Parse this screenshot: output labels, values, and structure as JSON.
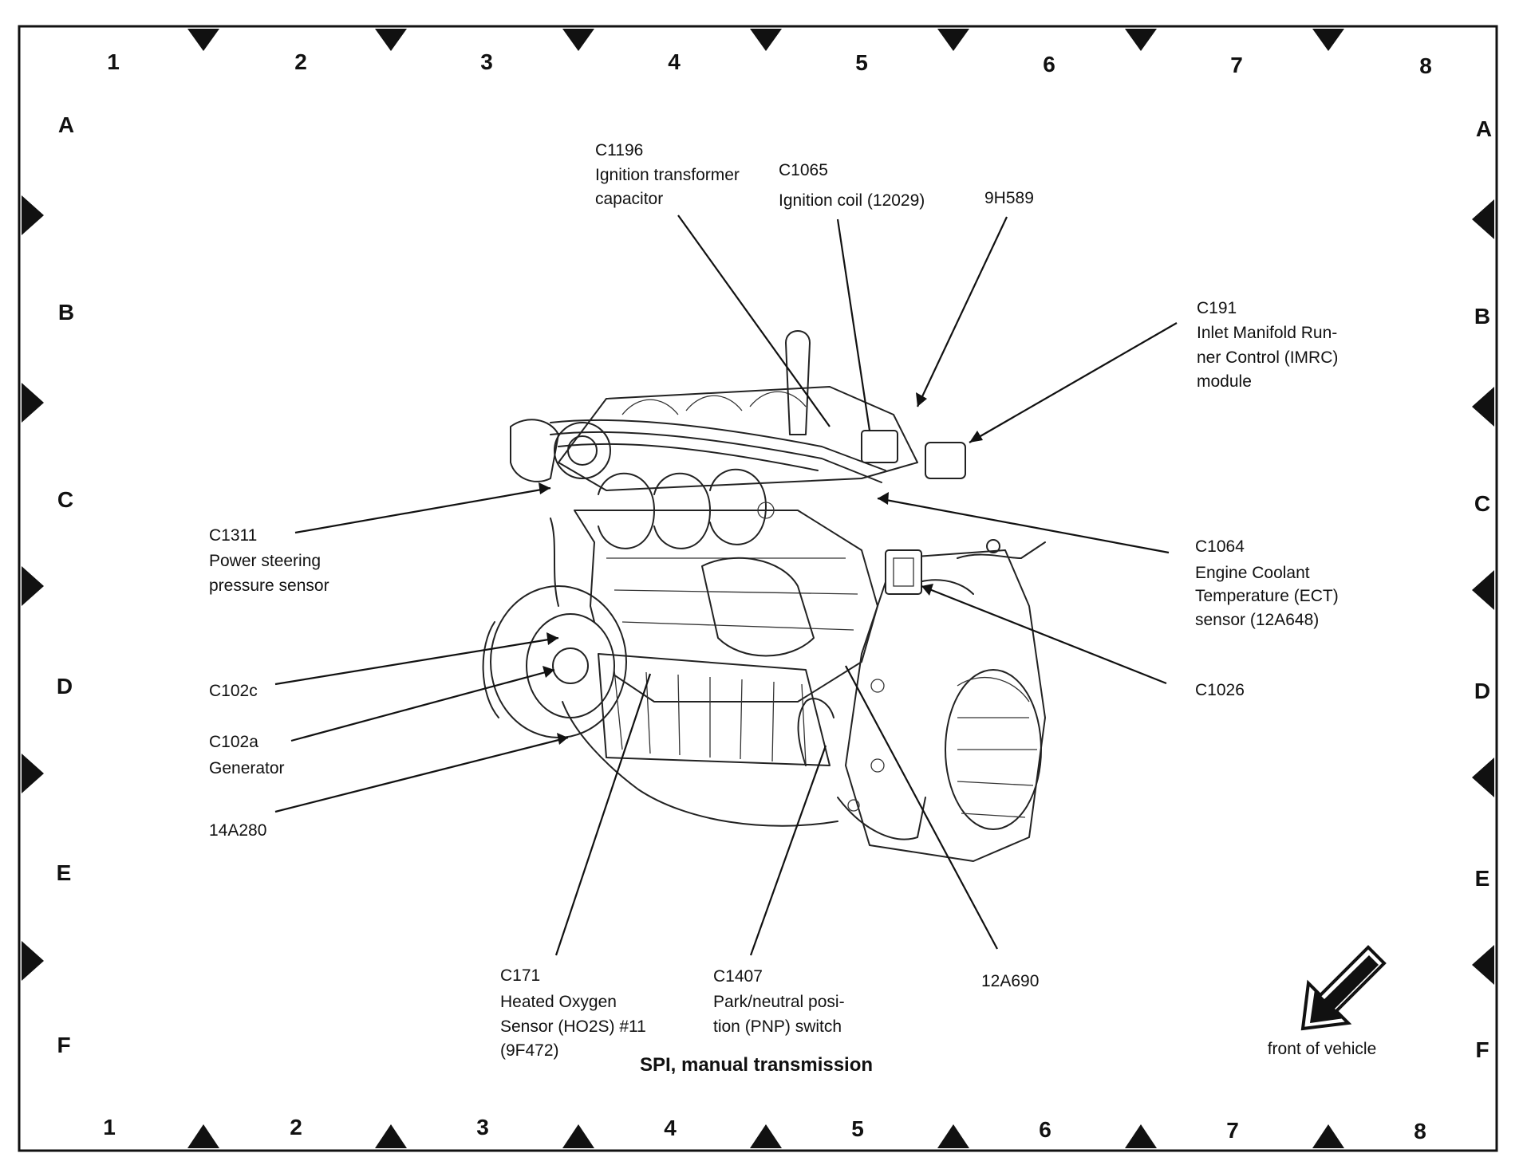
{
  "diagram": {
    "title": "SPI, manual transmission",
    "grid": {
      "columns": [
        "1",
        "2",
        "3",
        "4",
        "5",
        "6",
        "7",
        "8"
      ],
      "rows": [
        "A",
        "B",
        "C",
        "D",
        "E",
        "F"
      ]
    },
    "callouts": [
      {
        "id": "c1196",
        "lines": [
          "C1196",
          "Ignition transformer",
          "capacitor"
        ]
      },
      {
        "id": "c1065",
        "lines": [
          "C1065",
          "Ignition coil (12029)"
        ]
      },
      {
        "id": "9h589",
        "lines": [
          "9H589"
        ]
      },
      {
        "id": "c191",
        "lines": [
          "C191",
          "Inlet Manifold Run-",
          "ner Control (IMRC)",
          "module"
        ]
      },
      {
        "id": "c1311",
        "lines": [
          "C1311",
          "Power steering",
          "pressure sensor"
        ]
      },
      {
        "id": "c1064",
        "lines": [
          "C1064",
          "Engine Coolant",
          "Temperature (ECT)",
          "sensor (12A648)"
        ]
      },
      {
        "id": "c102c",
        "lines": [
          "C102c"
        ]
      },
      {
        "id": "c1026",
        "lines": [
          "C1026"
        ]
      },
      {
        "id": "c102a",
        "lines": [
          "C102a",
          "Generator"
        ]
      },
      {
        "id": "14a280",
        "lines": [
          "14A280"
        ]
      },
      {
        "id": "c171",
        "lines": [
          "C171",
          "Heated Oxygen",
          "Sensor (HO2S) #11",
          "(9F472)"
        ]
      },
      {
        "id": "c1407",
        "lines": [
          "C1407",
          "Park/neutral posi-",
          "tion (PNP) switch"
        ]
      },
      {
        "id": "12a690",
        "lines": [
          "12A690"
        ]
      }
    ],
    "orientation_label": "front of vehicle"
  }
}
